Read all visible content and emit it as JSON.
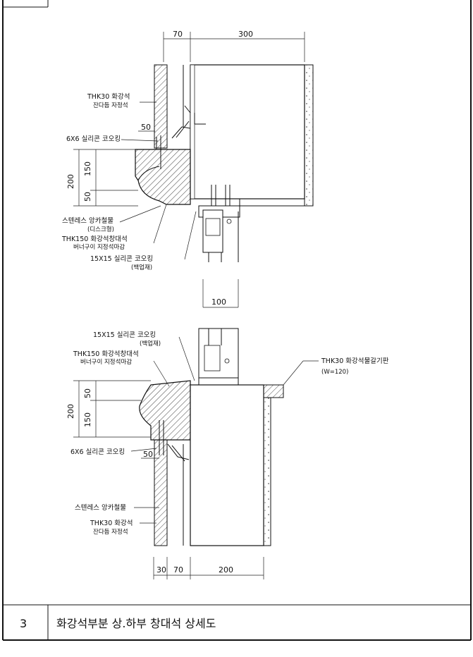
{
  "title_block": {
    "number": "3",
    "title": "화강석부분 상.하부 창대석 상세도"
  },
  "top_detail": {
    "dims": {
      "d70": "70",
      "d300": "300",
      "d50": "50",
      "d200": "200",
      "d150": "150",
      "d50b": "50",
      "d100": "100"
    },
    "labels": {
      "stone_finish_1": "THK30 화강석",
      "stone_finish_2": "잔다듬 자정석",
      "silicone_6x6": "6X6 실리콘 코오킹",
      "anchor_1": "스텐레스 앙카철물",
      "anchor_2": "(디스크형)",
      "sill_1": "THK150 화강석창대석",
      "sill_2": "버너구이 지정석마감",
      "silicone_15_1": "15X15 실리콘 코오킹",
      "silicone_15_2": "(백업재)"
    }
  },
  "bottom_detail": {
    "dims": {
      "d50": "50",
      "d200": "200",
      "d150": "150",
      "d50b": "50",
      "d30": "30",
      "d70": "70",
      "d200b": "200"
    },
    "labels": {
      "silicone_15_1": "15X15 실리콘 코오킹",
      "silicone_15_2": "(백업재)",
      "sill_1": "THK150 화강석창대석",
      "sill_2": "버너구이 지정석마감",
      "inner_sill_1": "THK30 화강석물갈기판",
      "inner_sill_2": "(W=120)",
      "silicone_6x6": "6X6 실리콘 코오킹",
      "anchor": "스텐레스 앙카철물",
      "stone_finish_1": "THK30 화강석",
      "stone_finish_2": "잔다듬 자정석"
    }
  }
}
